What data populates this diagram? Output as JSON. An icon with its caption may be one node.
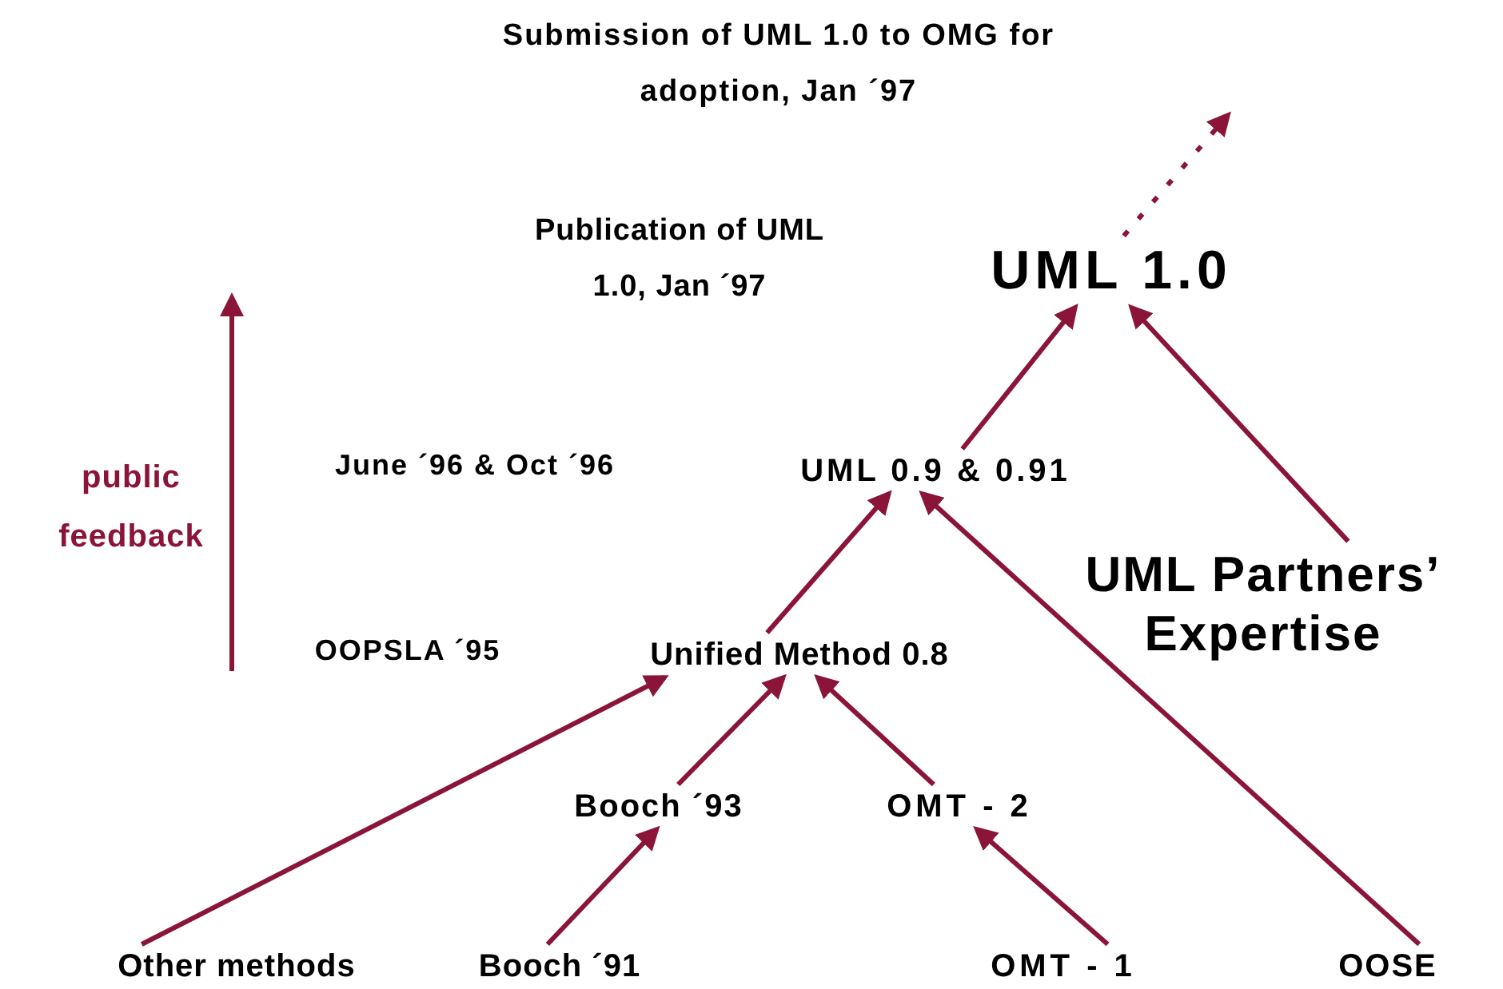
{
  "diagram": {
    "nodes": [
      {
        "text": [
          "UML 1.0"
        ]
      },
      {
        "text": [
          "UML 0.9 & 0.91"
        ]
      },
      {
        "text": [
          "UML Partners’ Expertise"
        ]
      },
      {
        "text": [
          "Unified Method 0.8"
        ]
      },
      {
        "text": [
          "Booch ´93"
        ]
      },
      {
        "text": [
          "OMT - 2"
        ]
      },
      {
        "text": [
          "Other methods"
        ]
      },
      {
        "text": [
          "Booch ´91"
        ]
      },
      {
        "text": [
          "OMT - 1"
        ]
      },
      {
        "text": [
          "OOSE"
        ]
      }
    ],
    "edges": [
      {
        "from": 1,
        "to": 0,
        "arrow": "to"
      },
      {
        "from": 2,
        "to": 0,
        "arrow": "to"
      },
      {
        "from": 3,
        "to": 1,
        "arrow": "to"
      },
      {
        "from": 9,
        "to": 1,
        "arrow": "to"
      },
      {
        "from": 6,
        "to": 3,
        "arrow": "to"
      },
      {
        "from": 4,
        "to": 3,
        "arrow": "to"
      },
      {
        "from": 5,
        "to": 3,
        "arrow": "to"
      },
      {
        "from": 7,
        "to": 4,
        "arrow": "to"
      },
      {
        "from": 8,
        "to": 5,
        "arrow": "to"
      },
      {
        "from": 0,
        "to": null,
        "arrow": "to",
        "style": "dashed"
      }
    ],
    "labels": [
      "Submission of UML 1.0 to OMG for adoption, Jan ´97",
      "Publication of UML 1.0, Jan ´97",
      "public feedback",
      "June ´96 & Oct ´96",
      "OOPSLA ´95"
    ]
  }
}
